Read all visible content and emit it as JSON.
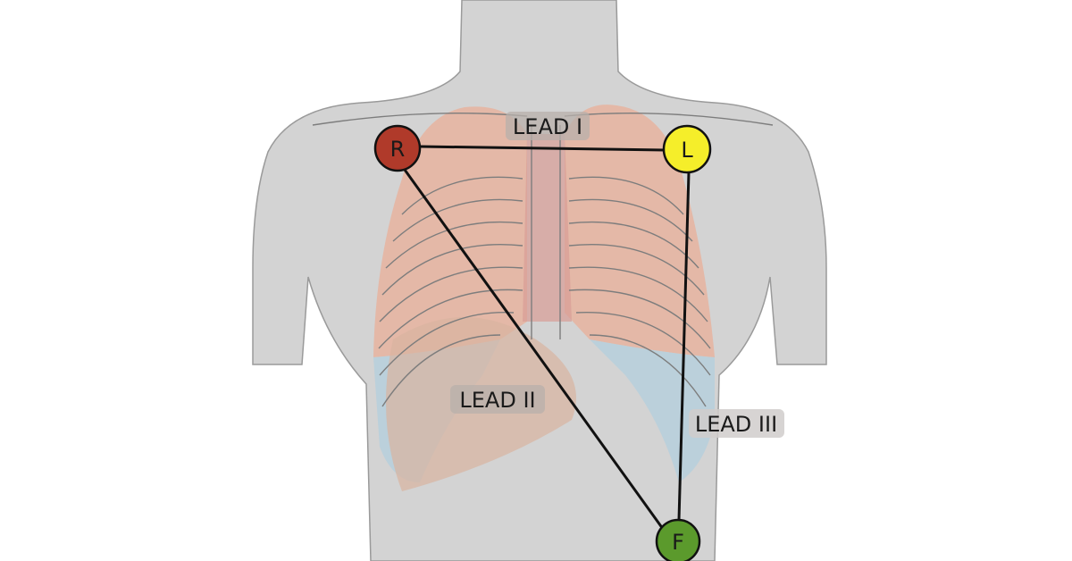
{
  "electrodes": [
    {
      "letter": "R",
      "color": "#b03a2a"
    },
    {
      "letter": "L",
      "color": "#f5ee2a"
    },
    {
      "letter": "F",
      "color": "#5b9a2c"
    }
  ],
  "leads": [
    {
      "label": "LEAD I"
    },
    {
      "label": "LEAD II"
    },
    {
      "label": "LEAD III"
    }
  ],
  "colors": {
    "body": "#d3d3d3",
    "lungs": "#e6b39f",
    "pleura_lower": "#b8cfdc",
    "liver": "#d9b3a0",
    "outline": "#8a8a8a",
    "lead_line": "#111111",
    "label_bg": "#b8b0ab"
  }
}
